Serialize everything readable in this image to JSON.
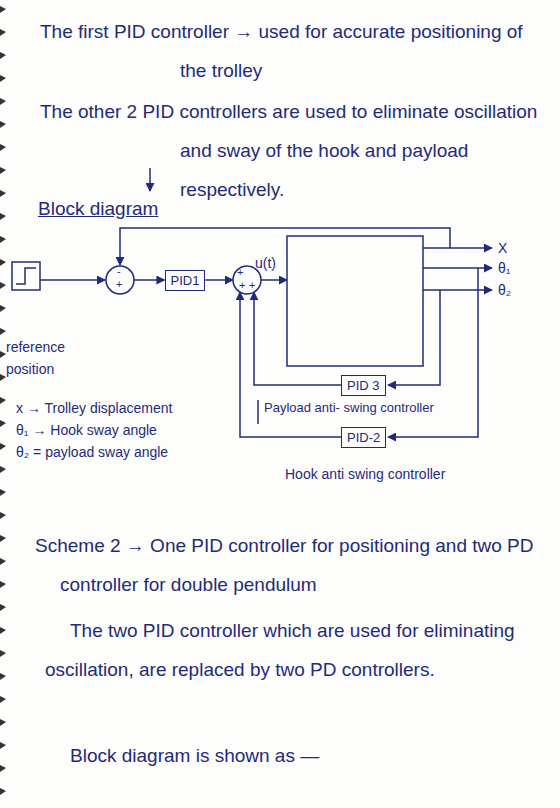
{
  "diagram": {
    "nodes": [
      {
        "text": [
          "-",
          "+"
        ]
      },
      {
        "text": [
          "PID1"
        ]
      },
      {
        "text": [
          "+",
          "+",
          "+"
        ]
      },
      {
        "text": [
          "PID 3"
        ]
      },
      {
        "text": [
          "PID-2"
        ]
      }
    ],
    "edges": [
      {
        "from": 0,
        "to": 1,
        "arrow": "to"
      },
      {
        "from": 1,
        "to": 2,
        "arrow": "to"
      },
      {
        "from": 3,
        "to": 2,
        "arrow": "to"
      },
      {
        "from": 4,
        "to": 2,
        "arrow": "to"
      }
    ],
    "labels": [
      "The first PID controller → used for accurate positioning of the trolley",
      "The other 2 PID controllers are used to eliminate oscillation and sway of the hook and payload respectively.",
      "Block diagram",
      "u(t)",
      "X",
      "θ₁",
      "θ₂",
      "reference position",
      "x → Trolley displacement",
      "Payload anti- swing controller",
      "θ₁ → Hook sway angle",
      "θ₂ = payload sway angle",
      "Hook anti swing controller",
      "Scheme 2 → One PID controller for positioning and two PD controller for double pendulum",
      "The two PID controller which are used for eliminating oscillation, are replaced by two PD controllers.",
      "Block diagram is shown as —"
    ]
  }
}
